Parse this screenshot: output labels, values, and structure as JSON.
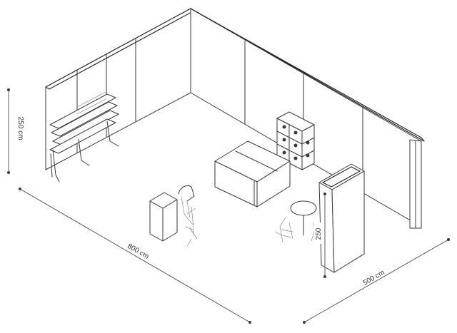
{
  "dimensions": {
    "height_label": "250 cm",
    "length_label": "800 cm",
    "width_label": "500 cm",
    "tower_height_label": "250"
  }
}
